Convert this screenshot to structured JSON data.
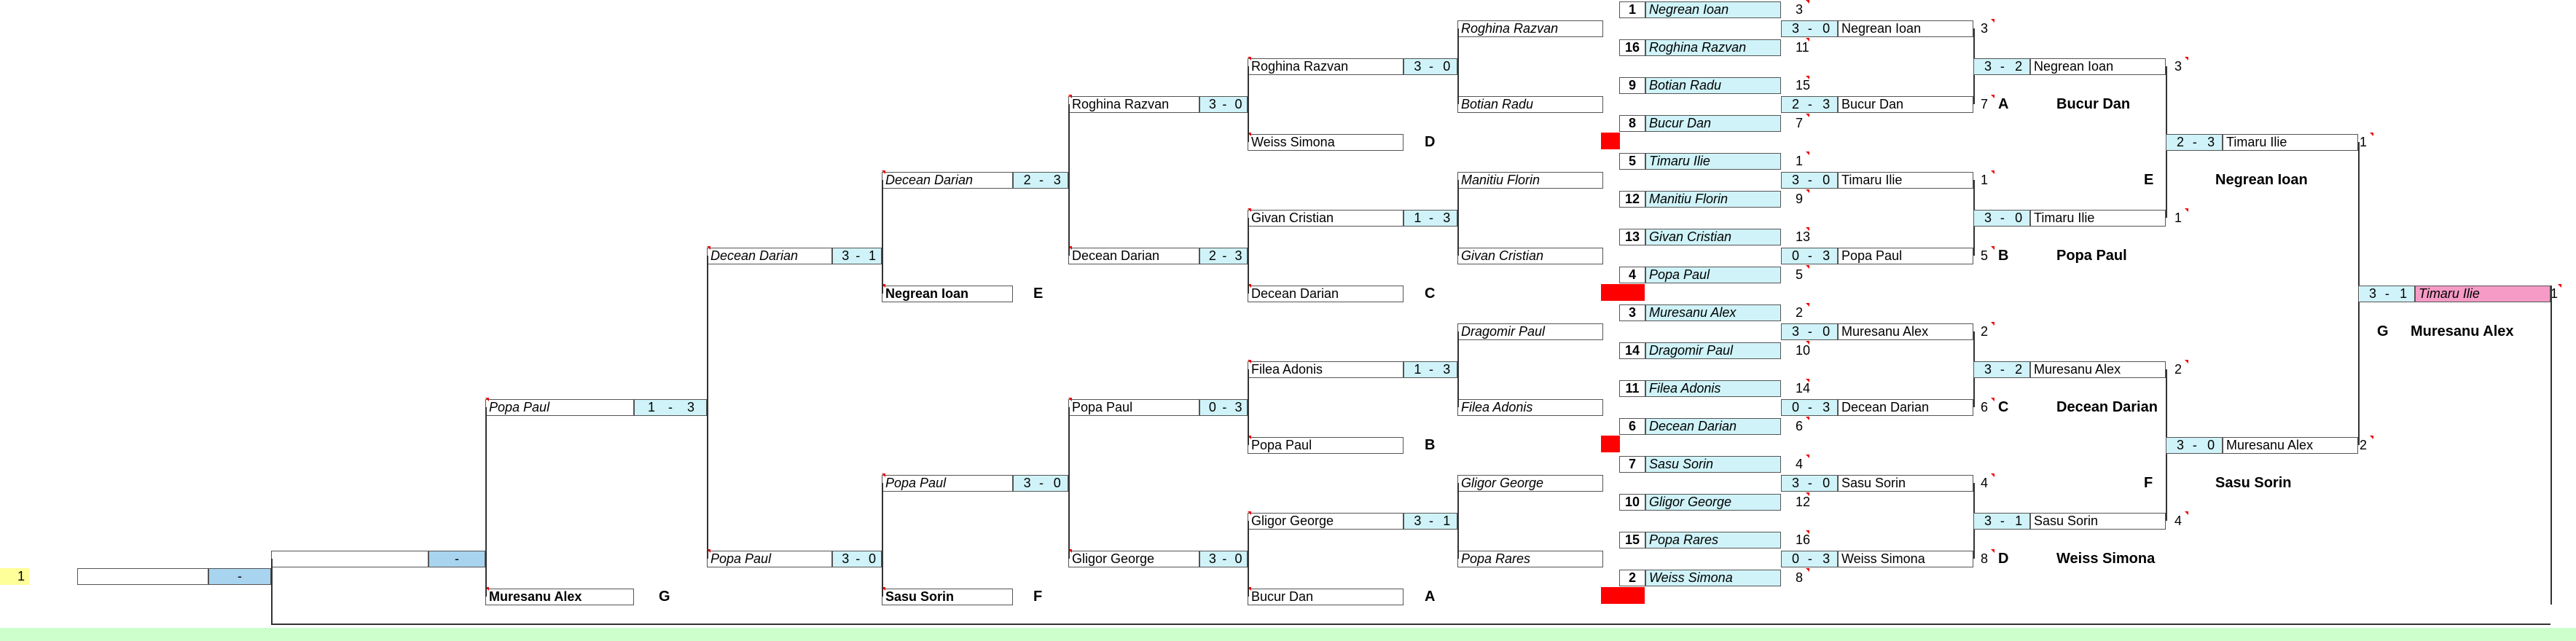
{
  "colors": {
    "cell_cyan": "#cff3f8",
    "final_pink": "#f59bc6",
    "marker_red": "#ff0000",
    "footer_green": "#ccffcc",
    "badge_yellow": "#ffff99",
    "score_blue": "#a8d4f0"
  },
  "round1": [
    {
      "seed": "1",
      "name": "Negrean Ioan",
      "num": "3"
    },
    {
      "seed": "16",
      "name": "Roghina Razvan",
      "num": "11"
    },
    {
      "seed": "9",
      "name": "Botian Radu",
      "num": "15"
    },
    {
      "seed": "8",
      "name": "Bucur Dan",
      "num": "7"
    },
    {
      "seed": "5",
      "name": "Timaru Ilie",
      "num": "1"
    },
    {
      "seed": "12",
      "name": "Manitiu Florin",
      "num": "9"
    },
    {
      "seed": "13",
      "name": "Givan Cristian",
      "num": "13"
    },
    {
      "seed": "4",
      "name": "Popa Paul",
      "num": "5"
    },
    {
      "seed": "3",
      "name": "Muresanu Alex",
      "num": "2"
    },
    {
      "seed": "14",
      "name": "Dragomir Paul",
      "num": "10"
    },
    {
      "seed": "11",
      "name": "Filea Adonis",
      "num": "14"
    },
    {
      "seed": "6",
      "name": "Decean Darian",
      "num": "6"
    },
    {
      "seed": "7",
      "name": "Sasu Sorin",
      "num": "4"
    },
    {
      "seed": "10",
      "name": "Gligor George",
      "num": "12"
    },
    {
      "seed": "15",
      "name": "Popa Rares",
      "num": "16"
    },
    {
      "seed": "2",
      "name": "Weiss Simona",
      "num": "8"
    }
  ],
  "round2": [
    {
      "s1": "3",
      "s2": "0",
      "name": "Negrean Ioan",
      "num": "3"
    },
    {
      "s1": "2",
      "s2": "3",
      "name": "Bucur Dan",
      "num": "7"
    },
    {
      "s1": "3",
      "s2": "0",
      "name": "Timaru Ilie",
      "num": "1"
    },
    {
      "s1": "0",
      "s2": "3",
      "name": "Popa Paul",
      "num": "5"
    },
    {
      "s1": "3",
      "s2": "0",
      "name": "Muresanu Alex",
      "num": "2"
    },
    {
      "s1": "0",
      "s2": "3",
      "name": "Decean Darian",
      "num": "6"
    },
    {
      "s1": "3",
      "s2": "0",
      "name": "Sasu Sorin",
      "num": "4"
    },
    {
      "s1": "0",
      "s2": "3",
      "name": "Weiss Simona",
      "num": "8"
    }
  ],
  "round2_letters": [
    "A",
    "B",
    "C",
    "D"
  ],
  "round3": [
    {
      "s1": "3",
      "s2": "2",
      "name": "Negrean Ioan",
      "num": "3"
    },
    {
      "s1": "3",
      "s2": "0",
      "name": "Timaru Ilie",
      "num": "1"
    },
    {
      "s1": "3",
      "s2": "2",
      "name": "Muresanu Alex",
      "num": "2"
    },
    {
      "s1": "3",
      "s2": "1",
      "name": "Sasu Sorin",
      "num": "4"
    }
  ],
  "round3_losers": [
    {
      "label": "A",
      "name": "Bucur Dan"
    },
    {
      "label": "B",
      "name": "Popa Paul"
    },
    {
      "label": "C",
      "name": "Decean Darian"
    },
    {
      "label": "D",
      "name": "Weiss Simona"
    }
  ],
  "round4": [
    {
      "s1": "2",
      "s2": "3",
      "name": "Timaru Ilie",
      "num": "1"
    },
    {
      "s1": "3",
      "s2": "0",
      "name": "Muresanu Alex",
      "num": "2"
    }
  ],
  "round4_losers": [
    {
      "label": "E",
      "name": "Negrean Ioan"
    },
    {
      "label": "F",
      "name": "Sasu Sorin"
    }
  ],
  "final": {
    "s1": "3",
    "s2": "1",
    "name": "Timaru Ilie",
    "num": "1",
    "loser_label": "G",
    "loser_name": "Muresanu Alex"
  },
  "left_losers_inputs": [
    "Roghina Razvan",
    "Botian Radu",
    "Manitiu Florin",
    "Givan Cristian",
    "Dragomir Paul",
    "Filea Adonis",
    "Gligor George",
    "Popa Rares"
  ],
  "left_a": [
    {
      "name": "Roghina Razvan",
      "s1": "3",
      "s2": "0"
    },
    {
      "name": "Givan Cristian",
      "s1": "1",
      "s2": "3"
    },
    {
      "name": "Filea Adonis",
      "s1": "1",
      "s2": "3"
    },
    {
      "name": "Gligor George",
      "s1": "3",
      "s2": "1"
    }
  ],
  "left_a_drops": [
    {
      "name": "Weiss Simona",
      "label": "D"
    },
    {
      "name": "Decean Darian",
      "label": "C"
    },
    {
      "name": "Popa Paul",
      "label": "B"
    },
    {
      "name": "Bucur Dan",
      "label": "A"
    }
  ],
  "left_b": [
    {
      "name": "Roghina Razvan",
      "s1": "3",
      "s2": "0"
    },
    {
      "name": "Decean Darian",
      "s1": "2",
      "s2": "3"
    },
    {
      "name": "Popa Paul",
      "s1": "0",
      "s2": "3"
    },
    {
      "name": "Gligor George",
      "s1": "3",
      "s2": "0"
    }
  ],
  "left_c": [
    {
      "name": "Decean Darian",
      "s1": "2",
      "s2": "3"
    },
    {
      "name": "Popa Paul",
      "s1": "3",
      "s2": "0"
    }
  ],
  "left_c_drops": [
    {
      "name": "Negrean Ioan",
      "label": "E"
    },
    {
      "name": "Sasu Sorin",
      "label": "F"
    }
  ],
  "left_d": [
    {
      "name": "Decean Darian",
      "s1": "3",
      "s2": "1"
    },
    {
      "name": "Popa Paul",
      "s1": "3",
      "s2": "0"
    }
  ],
  "left_e": {
    "name": "Popa Paul",
    "s1": "1",
    "s2": "3"
  },
  "left_e_drop": {
    "name": "Muresanu Alex",
    "label": "G"
  },
  "left_f": {
    "dash": "-"
  },
  "left_g": {
    "dash": "-"
  },
  "badge": "1"
}
